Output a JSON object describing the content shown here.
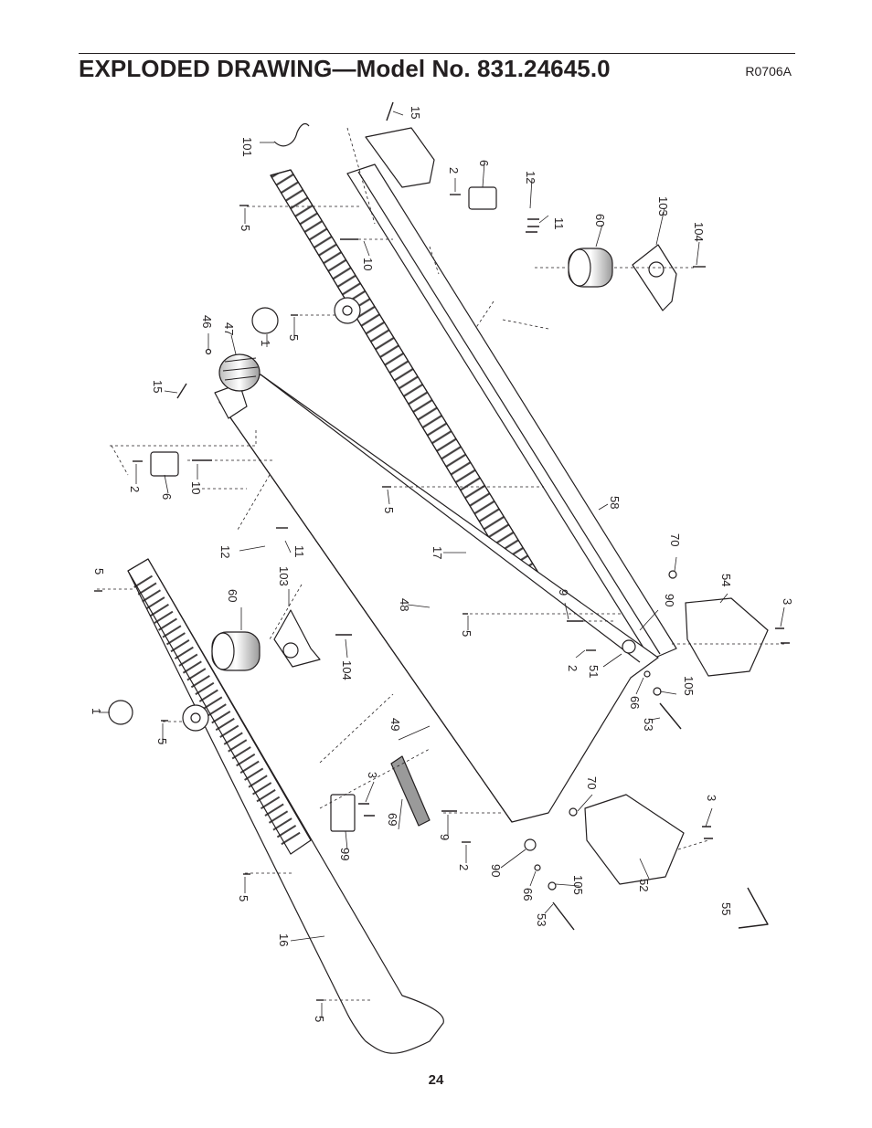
{
  "header": {
    "title": "EXPLODED DRAWING—Model No. 831.24645.0",
    "drawing_code": "R0706A"
  },
  "footer": {
    "page_number": "24"
  },
  "callouts": [
    {
      "id": "c1",
      "text": "15"
    },
    {
      "id": "c2",
      "text": "101"
    },
    {
      "id": "c3",
      "text": "2"
    },
    {
      "id": "c4",
      "text": "6"
    },
    {
      "id": "c5",
      "text": "12"
    },
    {
      "id": "c6",
      "text": "11"
    },
    {
      "id": "c7",
      "text": "60"
    },
    {
      "id": "c8",
      "text": "103"
    },
    {
      "id": "c9",
      "text": "104"
    },
    {
      "id": "c10",
      "text": "5"
    },
    {
      "id": "c11",
      "text": "10"
    },
    {
      "id": "c12",
      "text": "46"
    },
    {
      "id": "c13",
      "text": "47"
    },
    {
      "id": "c14",
      "text": "1"
    },
    {
      "id": "c15",
      "text": "5"
    },
    {
      "id": "c16",
      "text": "15"
    },
    {
      "id": "c17",
      "text": "2"
    },
    {
      "id": "c18",
      "text": "6"
    },
    {
      "id": "c19",
      "text": "10"
    },
    {
      "id": "c20",
      "text": "5"
    },
    {
      "id": "c21",
      "text": "58"
    },
    {
      "id": "c22",
      "text": "12"
    },
    {
      "id": "c23",
      "text": "11"
    },
    {
      "id": "c24",
      "text": "17"
    },
    {
      "id": "c25",
      "text": "5"
    },
    {
      "id": "c26",
      "text": "60"
    },
    {
      "id": "c27",
      "text": "103"
    },
    {
      "id": "c28",
      "text": "48"
    },
    {
      "id": "c29",
      "text": "104"
    },
    {
      "id": "c30",
      "text": "5"
    },
    {
      "id": "c31",
      "text": "9"
    },
    {
      "id": "c32",
      "text": "70"
    },
    {
      "id": "c33",
      "text": "54"
    },
    {
      "id": "c34",
      "text": "90"
    },
    {
      "id": "c35",
      "text": "3"
    },
    {
      "id": "c36",
      "text": "2"
    },
    {
      "id": "c37",
      "text": "51"
    },
    {
      "id": "c38",
      "text": "66"
    },
    {
      "id": "c39",
      "text": "105"
    },
    {
      "id": "c40",
      "text": "53"
    },
    {
      "id": "c41",
      "text": "1"
    },
    {
      "id": "c42",
      "text": "5"
    },
    {
      "id": "c43",
      "text": "49"
    },
    {
      "id": "c44",
      "text": "3"
    },
    {
      "id": "c45",
      "text": "70"
    },
    {
      "id": "c46",
      "text": "69"
    },
    {
      "id": "c47",
      "text": "99"
    },
    {
      "id": "c48",
      "text": "9"
    },
    {
      "id": "c49",
      "text": "3"
    },
    {
      "id": "c50",
      "text": "2"
    },
    {
      "id": "c51",
      "text": "90"
    },
    {
      "id": "c52",
      "text": "66"
    },
    {
      "id": "c53",
      "text": "105"
    },
    {
      "id": "c54",
      "text": "52"
    },
    {
      "id": "c55",
      "text": "5"
    },
    {
      "id": "c56",
      "text": "53"
    },
    {
      "id": "c57",
      "text": "55"
    },
    {
      "id": "c58",
      "text": "16"
    },
    {
      "id": "c59",
      "text": "5"
    }
  ]
}
